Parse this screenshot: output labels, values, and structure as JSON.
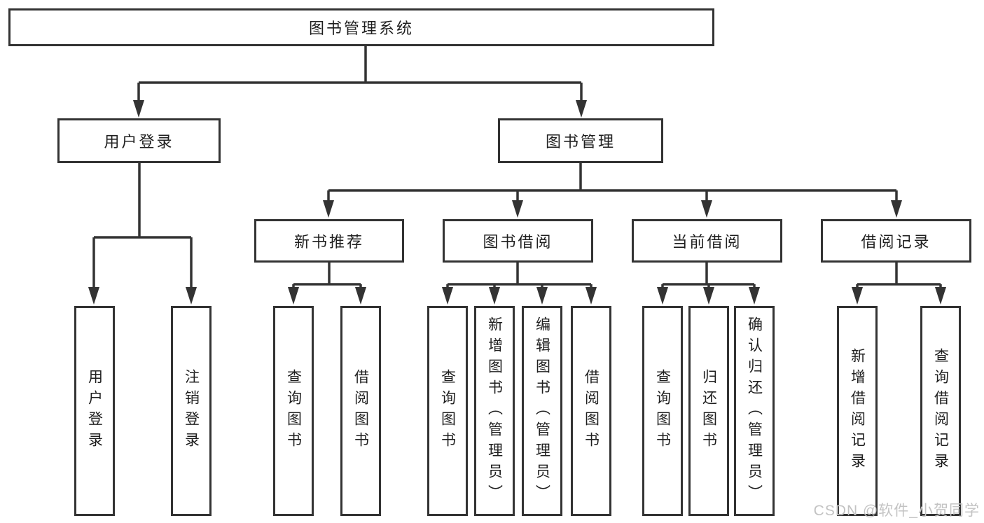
{
  "diagram": {
    "root": {
      "label": "图书管理系统",
      "children": [
        {
          "label": "用户登录",
          "children": [
            {
              "label": "用户登录"
            },
            {
              "label": "注销登录"
            }
          ]
        },
        {
          "label": "图书管理",
          "children": [
            {
              "label": "新书推荐",
              "children": [
                {
                  "label": "查询图书"
                },
                {
                  "label": "借阅图书"
                }
              ]
            },
            {
              "label": "图书借阅",
              "children": [
                {
                  "label": "查询图书"
                },
                {
                  "label": "新增图书（管理员）"
                },
                {
                  "label": "编辑图书（管理员）"
                },
                {
                  "label": "借阅图书"
                }
              ]
            },
            {
              "label": "当前借阅",
              "children": [
                {
                  "label": "查询图书"
                },
                {
                  "label": "归还图书"
                },
                {
                  "label": "确认归还（管理员）"
                }
              ]
            },
            {
              "label": "借阅记录",
              "children": [
                {
                  "label": "新增借阅记录"
                },
                {
                  "label": "查询借阅记录"
                }
              ]
            }
          ]
        }
      ]
    }
  },
  "watermark": {
    "text": "CSDN @软件_小贺同学"
  },
  "colors": {
    "line": "#333333",
    "box_border": "#333333",
    "text": "#1f1f1f",
    "watermark": "#c3c3c3",
    "background": "#ffffff"
  }
}
